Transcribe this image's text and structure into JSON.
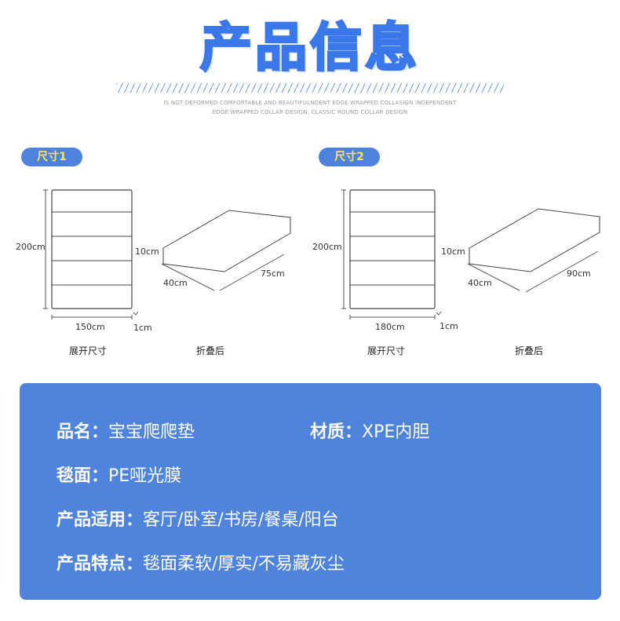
{
  "header": {
    "title": "产品信息",
    "subtitle_line1": "IS NOT DEFORMED COMFORTABLE AND BEAUTIFULNDENT EDGE WRAPPED COLLASIGN INDEPENDENT",
    "subtitle_line2": "EDGE WRAPPED COLLAR DESIGN, CLASSIC ROUND COLLAR DESIGN"
  },
  "sizes": [
    {
      "badge": "尺寸1",
      "unfolded": {
        "length": "200cm",
        "width": "150cm",
        "thickness": "1cm",
        "caption": "展开尺寸"
      },
      "folded": {
        "height": "10cm",
        "depth": "40cm",
        "length": "75cm",
        "caption": "折叠后"
      }
    },
    {
      "badge": "尺寸2",
      "unfolded": {
        "length": "200cm",
        "width": "180cm",
        "thickness": "1cm",
        "caption": "展开尺寸"
      },
      "folded": {
        "height": "10cm",
        "depth": "40cm",
        "length": "90cm",
        "caption": "折叠后"
      }
    }
  ],
  "info": {
    "name_label": "品名：",
    "name_value": "宝宝爬爬垫",
    "material_label": "材质：",
    "material_value": "XPE内胆",
    "surface_label": "毯面：",
    "surface_value": "PE哑光膜",
    "usage_label": "产品适用：",
    "usage_value": "客厅/卧室/书房/餐桌/阳台",
    "features_label": "产品特点：",
    "features_value": "毯面柔软/厚实/不易藏灰尘"
  },
  "colors": {
    "accent": "#4f84dd",
    "badge_text": "#ffeb3b",
    "title_fill": "#6fb0f4",
    "title_stroke": "#3a77e8"
  }
}
